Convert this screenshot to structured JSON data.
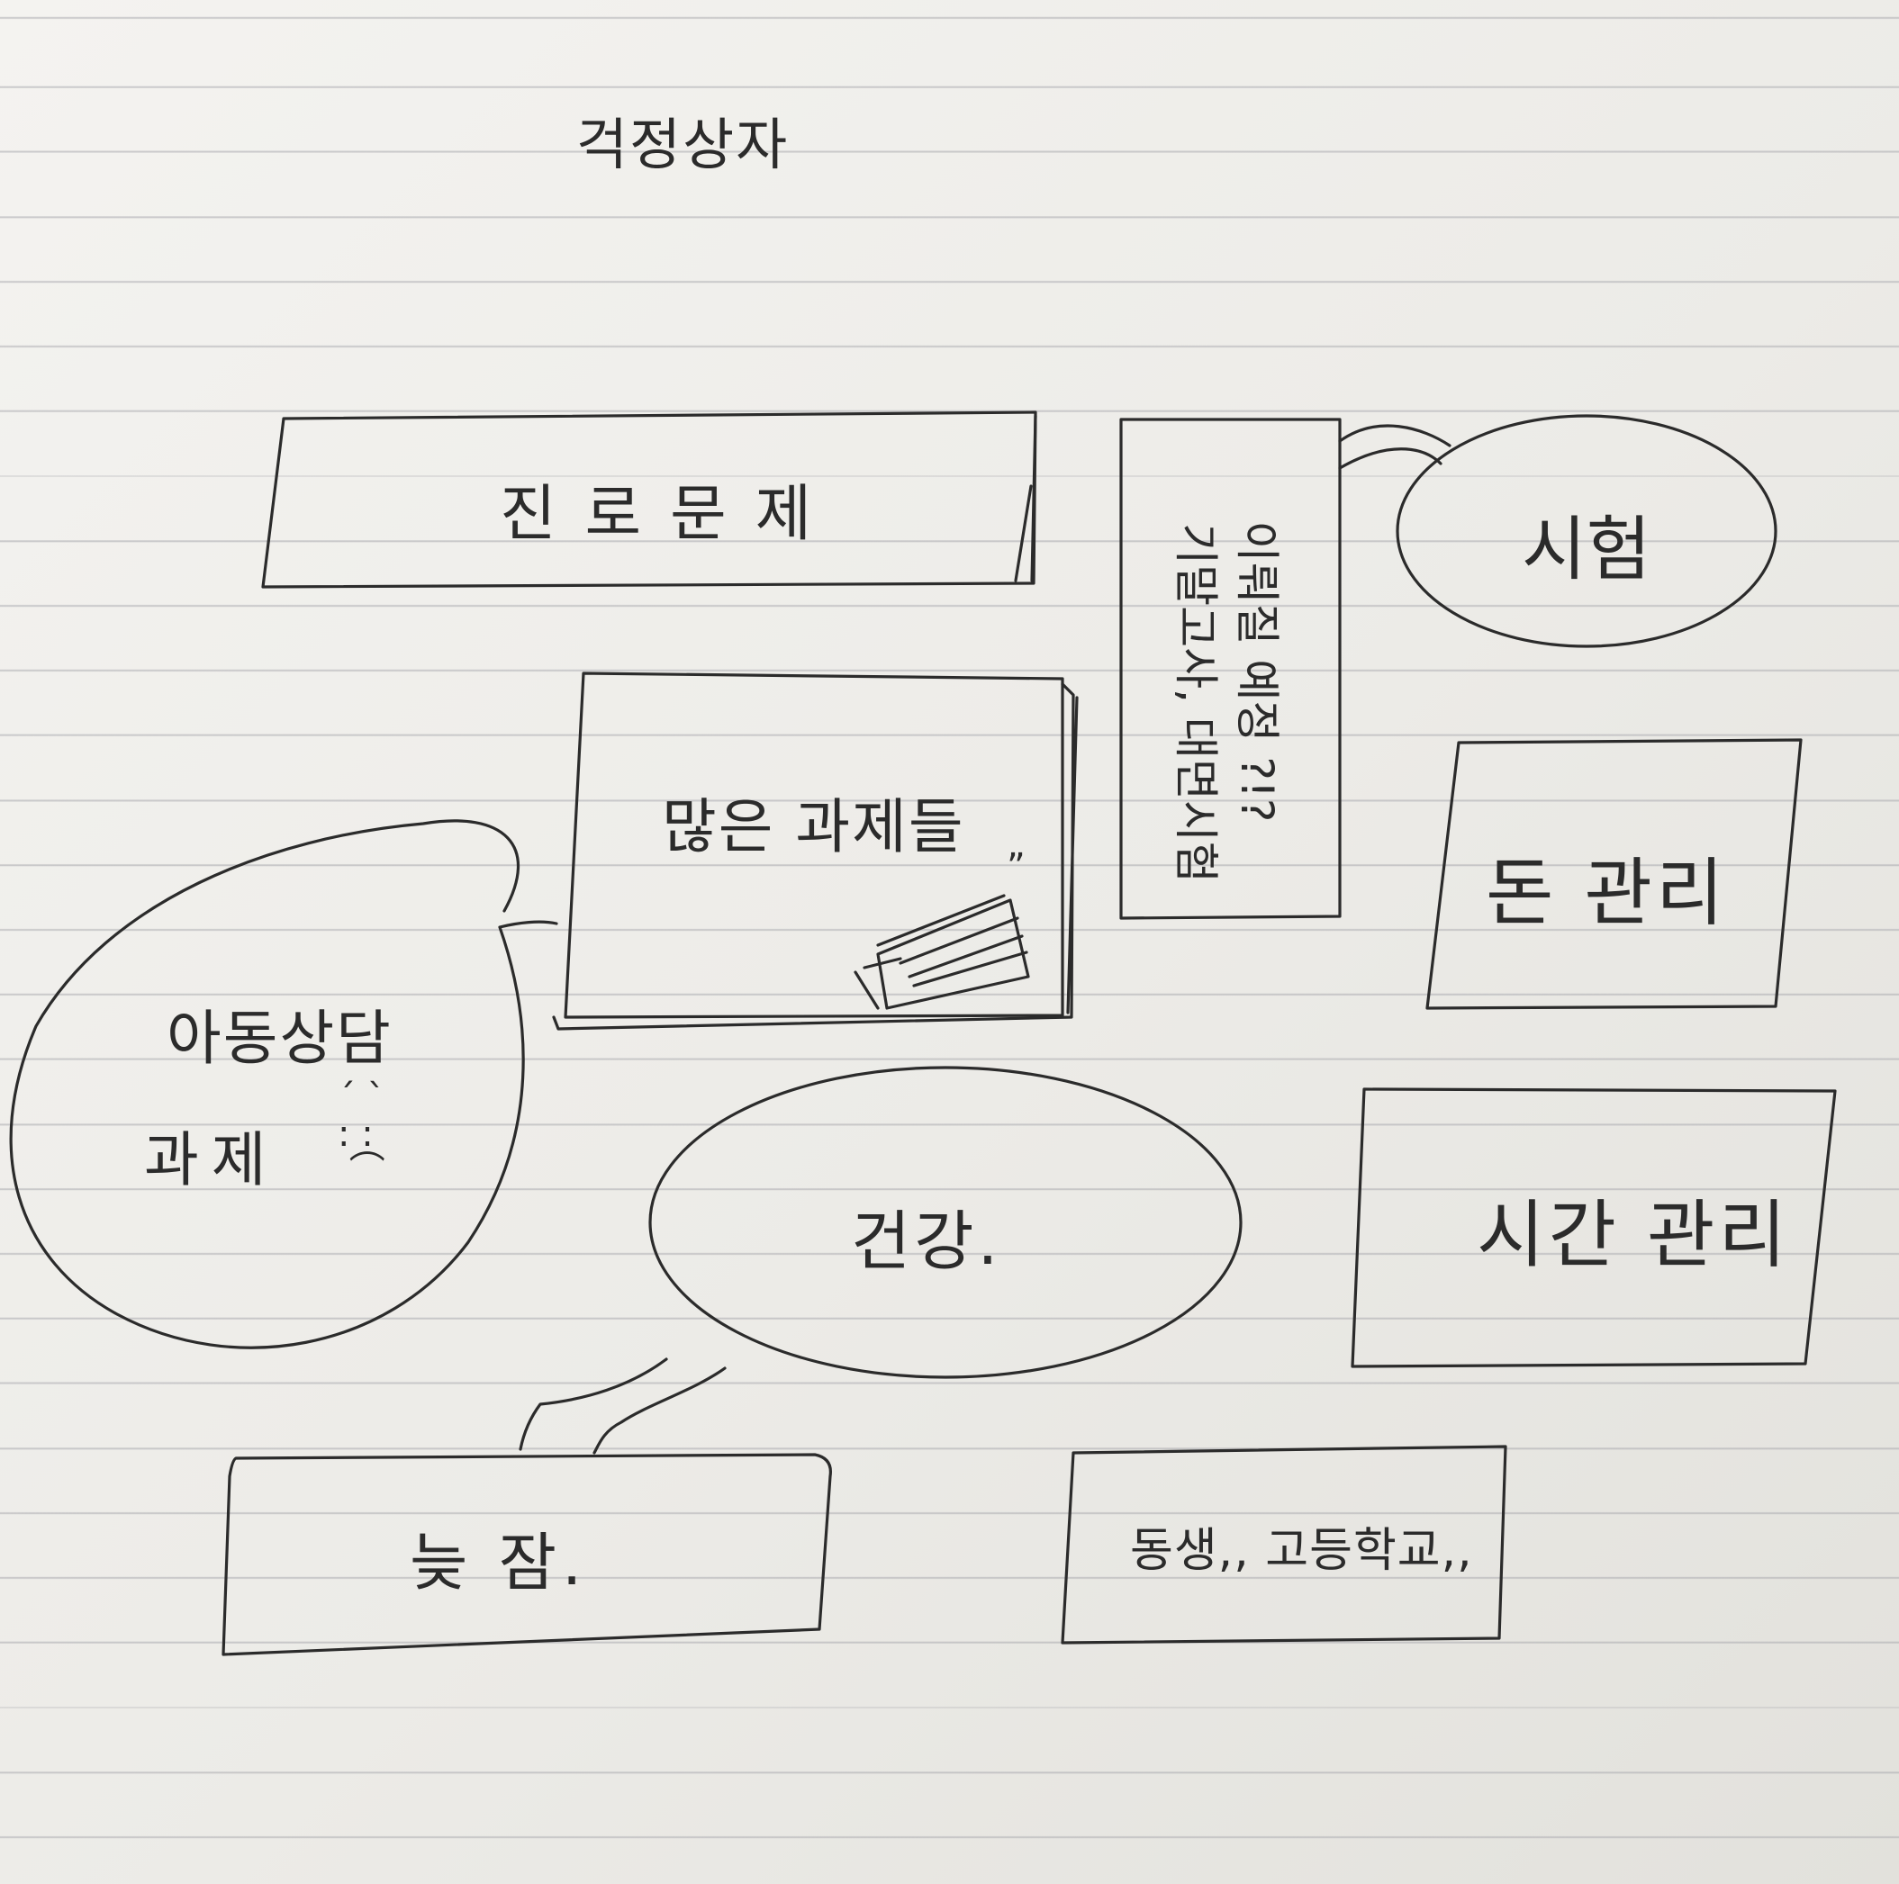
{
  "title": "걱정상자",
  "worries": {
    "career": "진로문제",
    "assignments": "많은 과제들",
    "assignments_mark": "”",
    "exam_note_line1": "기말고사, 대면시험",
    "exam_note_line2": "이뤄질 예정 ?!?",
    "exam": "시험",
    "money": "돈 관리",
    "counseling_line1": "아동상담",
    "counseling_line2": "과제",
    "counseling_face": "ˊ ˋ\n: :\n ⌒",
    "health": "건강.",
    "time": "시간 관리",
    "sleep": "늦 잠.",
    "sibling": "동생,, 고등학교,,"
  },
  "colors": {
    "ink": "#2b2b2b",
    "paper": "#f1f0ec",
    "rule": "#aaaaaf"
  }
}
